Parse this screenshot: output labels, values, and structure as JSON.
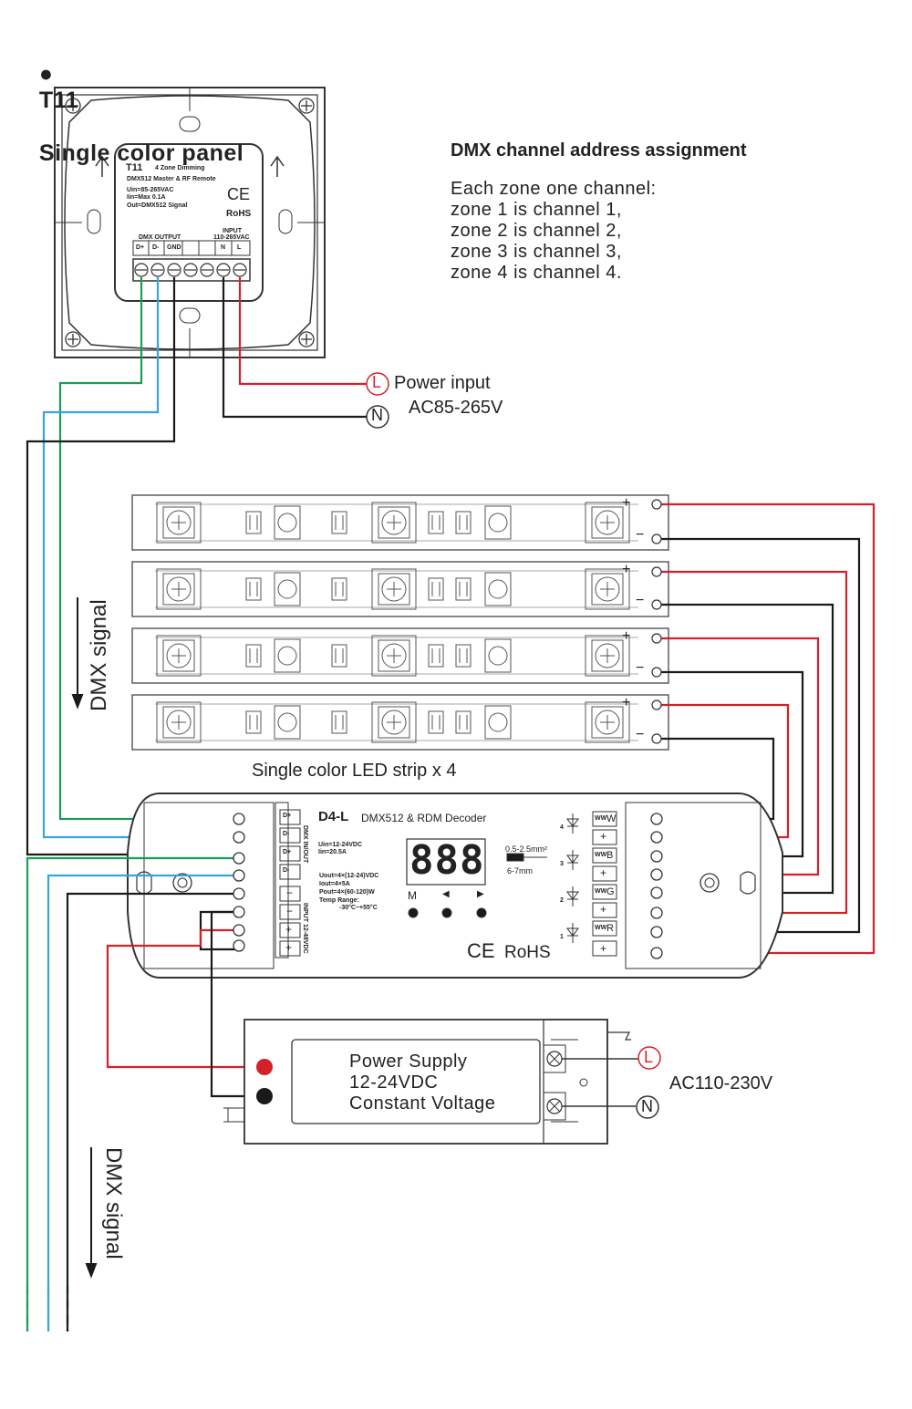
{
  "page": {
    "title_bullet": "●",
    "title_model": "T11",
    "title_text": "Single color panel"
  },
  "dmx_assignment": {
    "heading": "DMX channel address assignment",
    "lines": [
      "Each zone one channel:",
      "zone 1 is channel 1,",
      "zone 2 is channel 2,",
      "zone 3 is channel 3,",
      "zone 4 is channel 4."
    ]
  },
  "panel": {
    "model": "T11",
    "subtitle": "4 Zone Dimming",
    "description": "DMX512 Master & RF Remote",
    "uin": "Uin=85-265VAC",
    "iin": "Iin=Max 0.1A",
    "out": "Out=DMX512 Signal",
    "ce": "CE",
    "rohs": "RoHS",
    "dmx_output_label": "DMX OUTPUT",
    "input_label": "INPUT",
    "input_range": "110-265VAC",
    "terminals": [
      "D+",
      "D-",
      "GND",
      "",
      "",
      "N",
      "L"
    ],
    "up_arrow_text": "UP"
  },
  "power_input": {
    "l_marker": "L",
    "n_marker": "N",
    "label": "Power input",
    "range": "AC85-265V"
  },
  "led_strips": {
    "label": "Single color LED strip x 4",
    "plus": "+",
    "minus": "−"
  },
  "decoder": {
    "model": "D4-L",
    "name": "DMX512 & RDM Decoder",
    "left_terminals": [
      "D+",
      "D-",
      "D+",
      "D-",
      "−",
      "−",
      "+",
      "+"
    ],
    "dmx_inout": "DMX IN/OUT",
    "input_side": "INPUT 12-48VDC",
    "uin": "Uin=12-24VDC",
    "iin": "Iin=20.5A",
    "uout": "Uout=4×(12-24)VDC",
    "iout": "Iout=4×5A",
    "pout": "Pout=4×(60-120)W",
    "temp_range": "Temp Range:",
    "temp_values": "-30°C~+55°C",
    "display": "888",
    "wire_spec": "0.5-2.5mm²",
    "strip_spec": "6-7mm",
    "buttons": [
      "M",
      "◀",
      "▶"
    ],
    "ce": "CE",
    "rohs": "RoHS",
    "channels": [
      "4",
      "3",
      "2",
      "1"
    ],
    "channel_codes": [
      "W",
      "B",
      "G",
      "R"
    ],
    "channel_code_prefix": "WW",
    "channel_plus": "+"
  },
  "power_supply": {
    "lines": [
      "Power Supply",
      "12-24VDC",
      "Constant Voltage"
    ],
    "l_marker": "L",
    "n_marker": "N",
    "ac_range": "AC110-230V"
  },
  "dmx_signal": {
    "label_up": "DMX signal",
    "label_down": "DMX signal"
  },
  "colors": {
    "red_wire": "#d4202a",
    "black_wire": "#1a1a1a",
    "green_wire": "#1f9a5a",
    "blue_wire": "#3aa3d8",
    "device_outline": "#333333"
  }
}
